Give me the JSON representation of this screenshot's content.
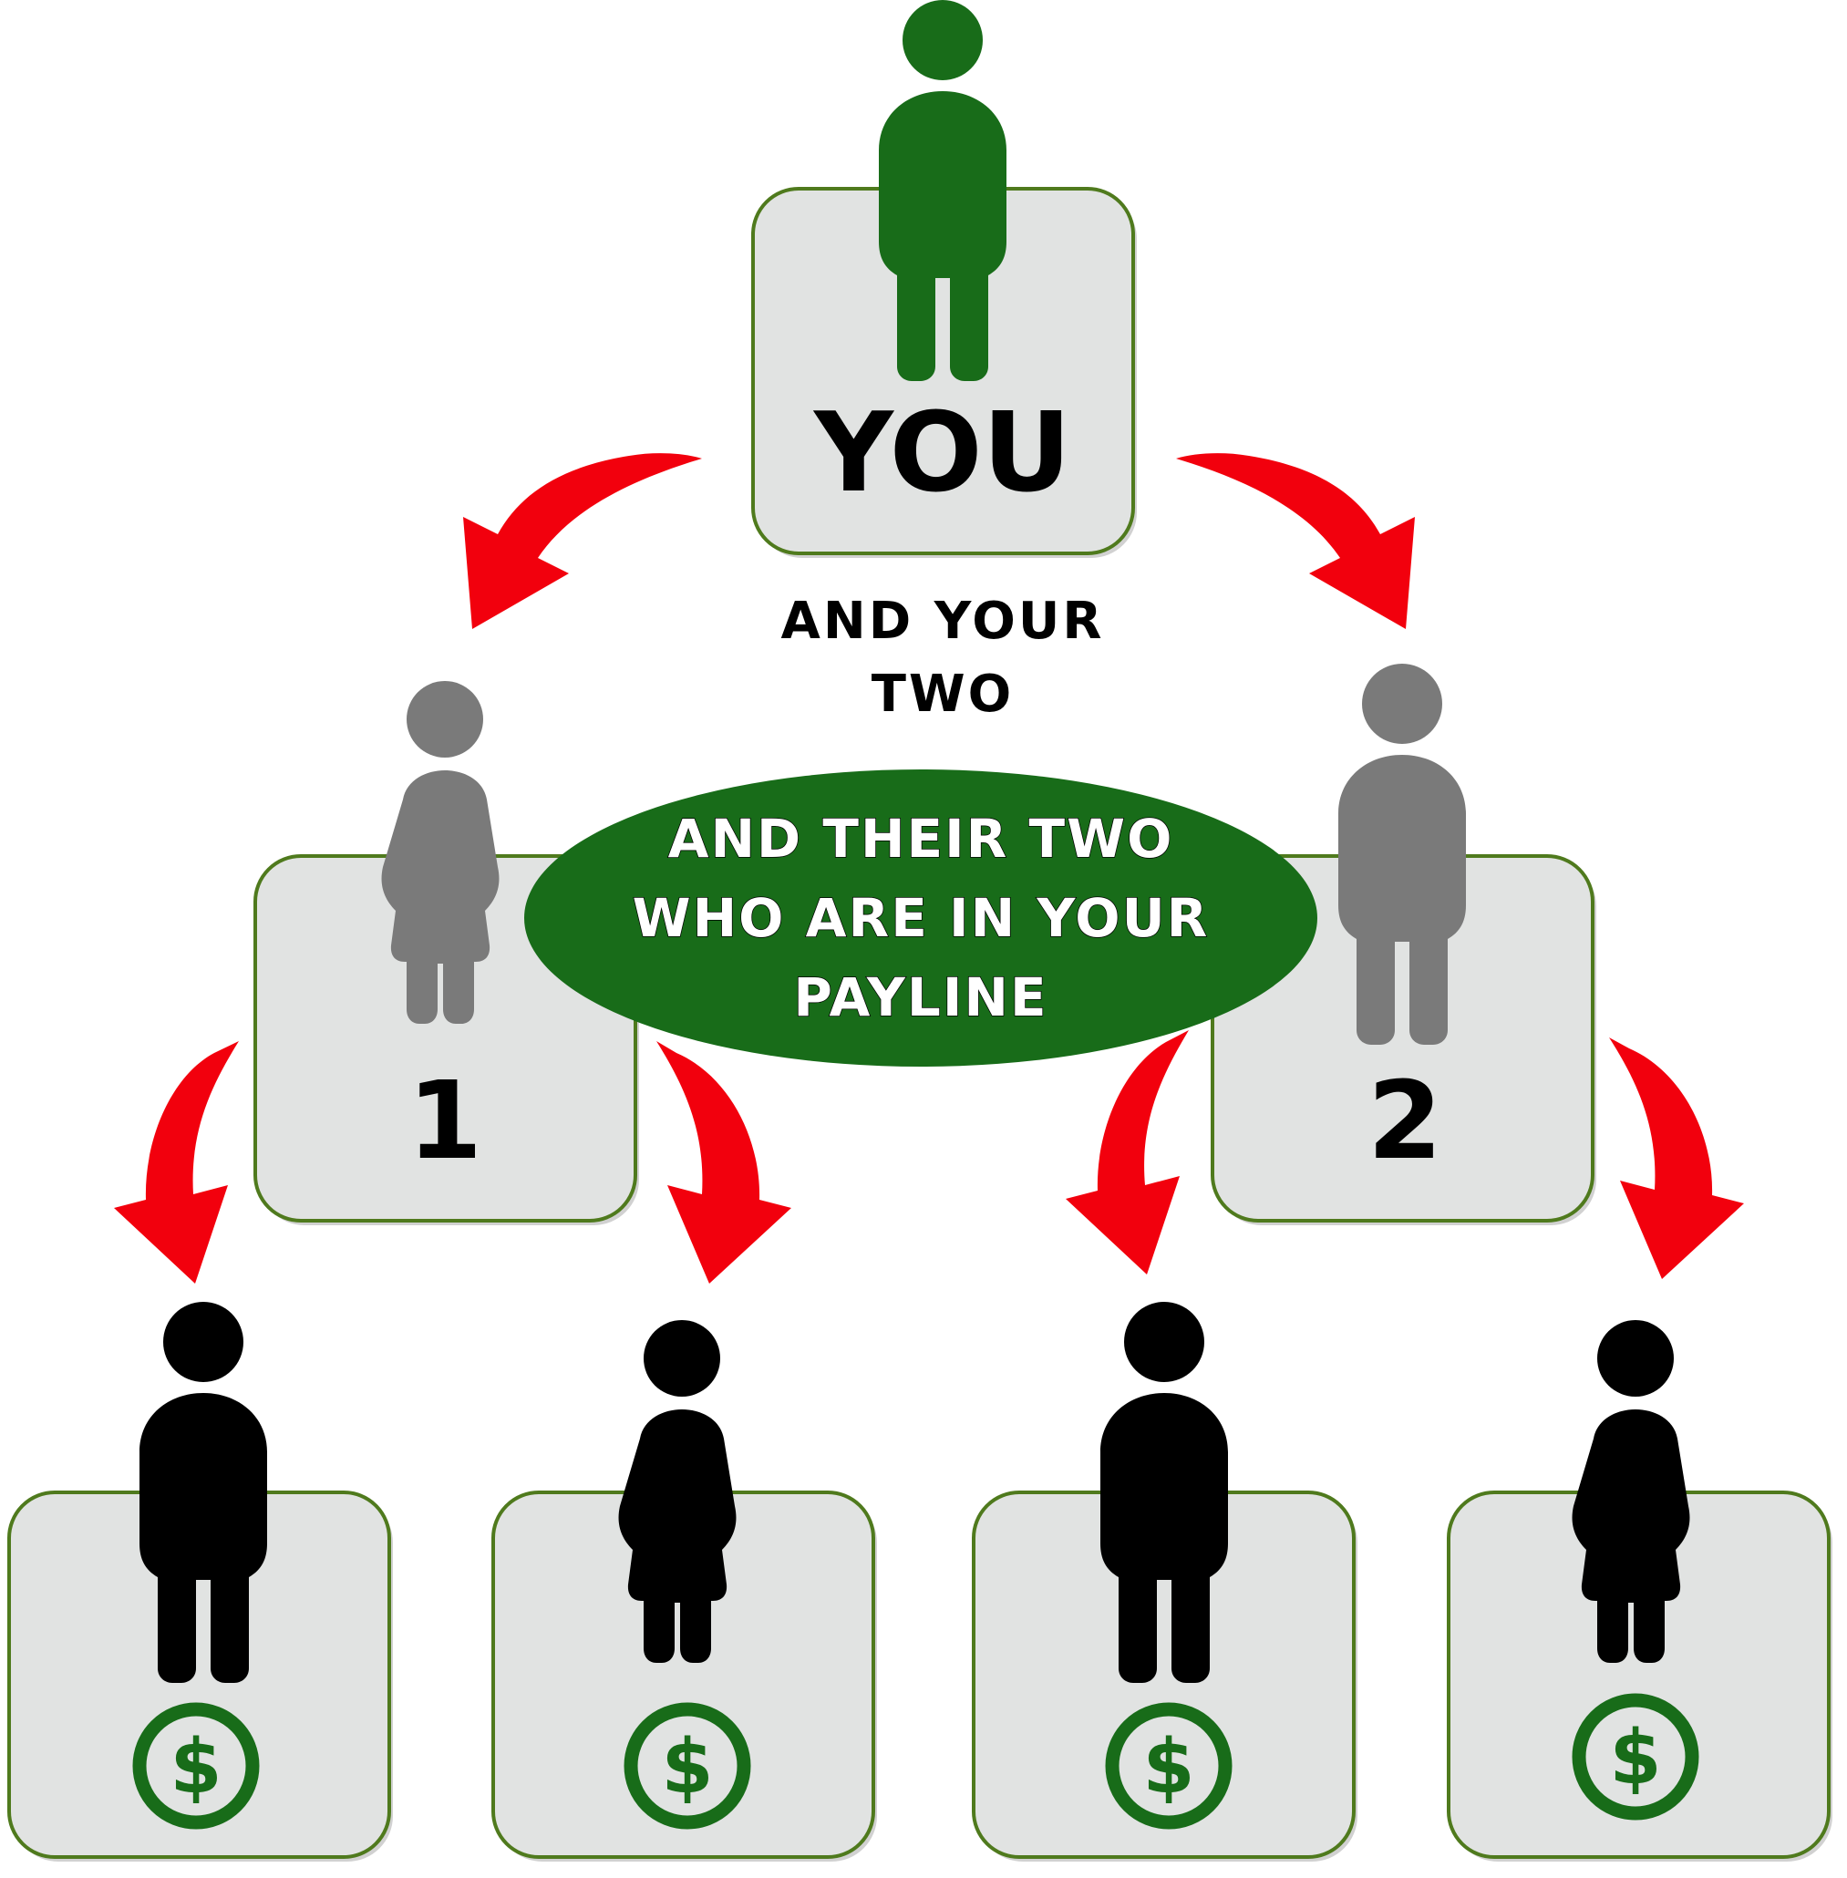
{
  "top": {
    "label": "YOU",
    "figure": "male-person-icon",
    "color": "#186c19"
  },
  "subtitle": {
    "line1": "AND YOUR",
    "line2": "TWO"
  },
  "level2": [
    {
      "label": "1",
      "figure": "female-person-icon",
      "color": "#7a7a7a"
    },
    {
      "label": "2",
      "figure": "male-person-icon",
      "color": "#7a7a7a"
    }
  ],
  "oval": {
    "line1": "AND THEIR TWO",
    "line2": "WHO ARE IN YOUR",
    "line3": "PAYLINE",
    "color": "#186c19"
  },
  "level3": [
    {
      "figure": "male-person-icon",
      "badge": "$"
    },
    {
      "figure": "female-person-icon",
      "badge": "$"
    },
    {
      "figure": "male-person-icon",
      "badge": "$"
    },
    {
      "figure": "female-person-icon",
      "badge": "$"
    }
  ],
  "colors": {
    "box_fill": "#e1e3e2",
    "box_border": "#4f7a1d",
    "arrow": "#f2000d",
    "black_figure": "#000000",
    "coin": "#186c19"
  }
}
